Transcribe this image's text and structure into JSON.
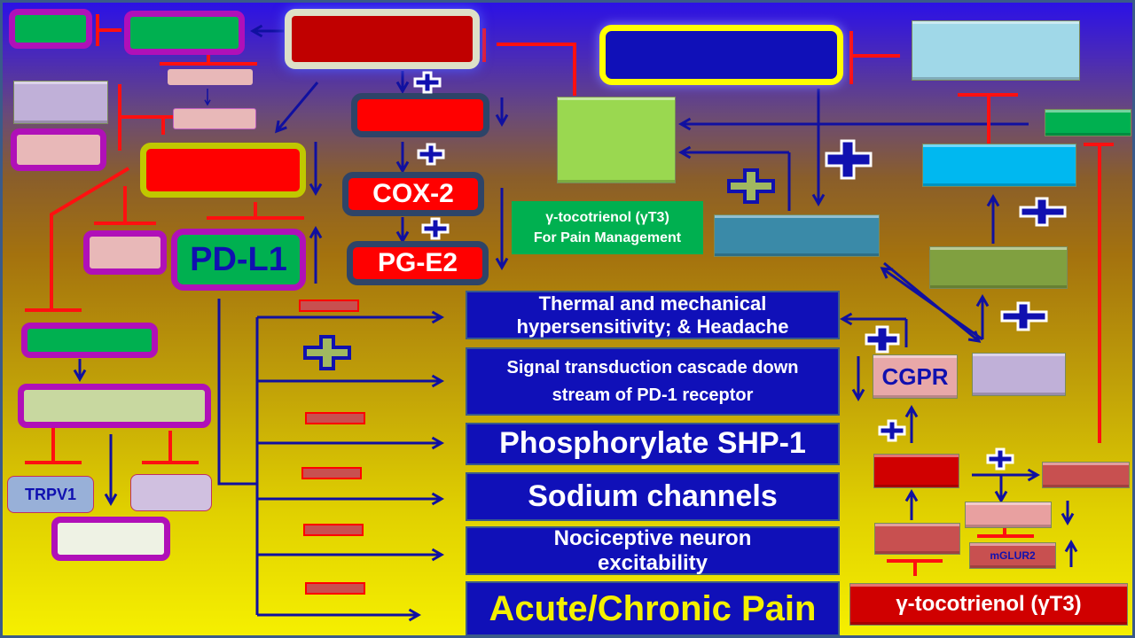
{
  "title_box": {
    "line1": "γ-tocotrienol  (γT3)",
    "line2": "For Pain Management"
  },
  "nodes": {
    "cox2": "COX-2",
    "pge2": "PG-E2",
    "pdl1": "PD-L1",
    "trpv1": "TRPV1",
    "cgpr": "CGPR",
    "mglur2": "mGLUR2",
    "source": "γ-tocotrienol (γT3)"
  },
  "outcomes": [
    {
      "line1": "Thermal and mechanical",
      "line2": "hypersensitivity; & Headache",
      "effect": "minus"
    },
    {
      "line1": "Signal transduction cascade down",
      "line2": "stream of PD-1 receptor",
      "effect": "plus"
    },
    {
      "line1": "Phosphorylate SHP-1",
      "line2": "",
      "effect": "minus"
    },
    {
      "line1": "Sodium channels",
      "line2": "",
      "effect": "minus"
    },
    {
      "line1": "Nociceptive neuron",
      "line2": "excitability",
      "effect": "minus"
    },
    {
      "line1": "Acute/Chronic Pain",
      "line2": "",
      "effect": "minus"
    }
  ],
  "colors": {
    "activation": "#1010a0",
    "inhibition": "#ff1010",
    "outcome_bg": "#1010b8",
    "pain_text": "#f4f000"
  }
}
